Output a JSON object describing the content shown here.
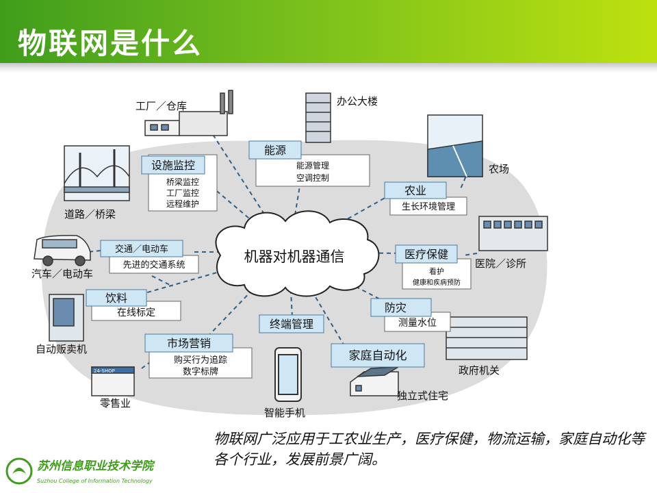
{
  "slide": {
    "title": "物联网是什么"
  },
  "diagram": {
    "center": "机器对机器通信",
    "categories": {
      "facility": {
        "label": "设施监控",
        "items": [
          "桥梁监控",
          "工厂监控",
          "远程维护"
        ]
      },
      "energy": {
        "label": "能源",
        "items": [
          "能源管理",
          "空调控制"
        ]
      },
      "agriculture": {
        "label": "农业",
        "items": [
          "生长环境管理"
        ]
      },
      "traffic": {
        "label": "交通／电动车",
        "items": [
          "先进的交通系统"
        ]
      },
      "medical": {
        "label": "医疗保健",
        "items": [
          "看护",
          "健康和疾病预防"
        ]
      },
      "beverage": {
        "label": "饮料",
        "items": [
          "在线标定"
        ]
      },
      "disaster": {
        "label": "防灾",
        "items": [
          "测量水位"
        ]
      },
      "terminal": {
        "label": "终端管理",
        "items": []
      },
      "marketing": {
        "label": "市场营销",
        "items": [
          "购买行为追踪",
          "数字标牌"
        ]
      },
      "home": {
        "label": "家庭自动化",
        "items": []
      }
    },
    "places": {
      "factory": "工厂／仓库",
      "office": "办公大楼",
      "farm": "农场",
      "road": "道路／桥梁",
      "hospital": "医院／诊所",
      "car": "汽车／电动车",
      "vending": "自动贩卖机",
      "government": "政府机关",
      "retail": "零售业",
      "phone": "智能手机",
      "house": "独立式住宅"
    },
    "shop_sign": "24-SHOP"
  },
  "caption": "物联网广泛应用于工农业生产，医疗保健，物流运输，家庭自动化等各个行业，发展前景广阔。",
  "logo": {
    "name": "苏州信息职业技术学院",
    "english": "Suzhou College of Information Technology"
  },
  "colors": {
    "header_start": "#3f9d1b",
    "header_end": "#bde10f",
    "category_fill": "#cfe6f5",
    "connector": "#2e5f86",
    "ground": "#dcdcdc"
  }
}
